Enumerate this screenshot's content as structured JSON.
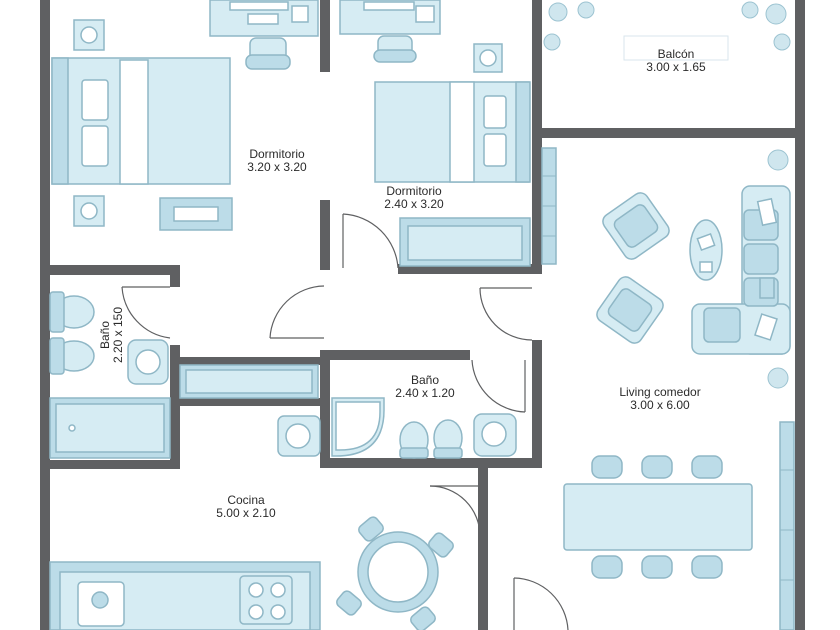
{
  "colors": {
    "wall": "#5f6062",
    "furniture_fill": "#d6ecf3",
    "furniture_stroke": "#8fb7c6",
    "accent": "#7fb1c3",
    "floor": "#ffffff"
  },
  "rooms": {
    "dormitorio_1": {
      "name": "Dormitorio",
      "size": "3.20 x 3.20"
    },
    "dormitorio_2": {
      "name": "Dormitorio",
      "size": "2.40 x 3.20"
    },
    "balcon": {
      "name": "Balcón",
      "size": "3.00 x 1.65"
    },
    "bano_1": {
      "name": "Baño",
      "size": "2.20 x 150"
    },
    "bano_2": {
      "name": "Baño",
      "size": "2.40 x 1.20"
    },
    "living": {
      "name": "Living comedor",
      "size": "3.00 x 6.00"
    },
    "cocina": {
      "name": "Cocina",
      "size": "5.00 x 2.10"
    }
  },
  "icons": [
    "bed-icon",
    "desk-icon",
    "chair-icon",
    "toilet-icon",
    "sink-icon",
    "bathtub-icon",
    "sofa-icon",
    "armchair-icon",
    "dining-table-icon",
    "stove-icon",
    "plant-icon",
    "door-swing-icon",
    "window-icon"
  ]
}
